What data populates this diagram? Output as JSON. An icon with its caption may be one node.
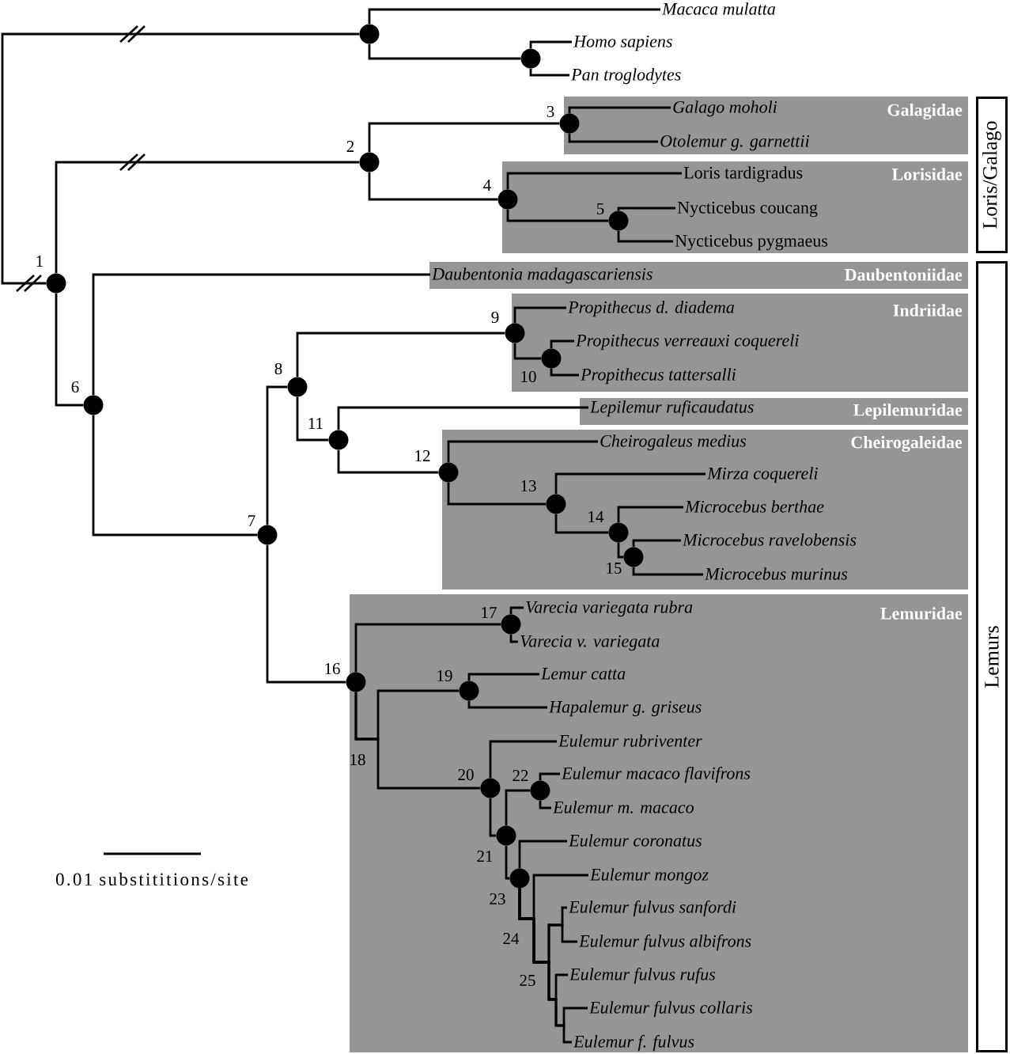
{
  "diagram": {
    "nodes": [
      {
        "text": [
          "Macaca mulatta"
        ]
      },
      {
        "text": [],
        "shape": "circle"
      },
      {
        "text": [
          "Homo sapiens"
        ]
      },
      {
        "text": [],
        "shape": "circle"
      },
      {
        "text": [
          "Pan troglodytes"
        ]
      },
      {
        "text": [
          "Loris/Galago"
        ]
      },
      {
        "text": [
          "Galagidae"
        ]
      },
      {
        "text": [
          "Galago moholi"
        ],
        "in": 6
      },
      {
        "text": [],
        "shape": "circle",
        "beside": [
          "3"
        ]
      },
      {
        "text": [
          "Otolemur g. garnettii"
        ],
        "in": 6
      },
      {
        "text": [],
        "shape": "circle",
        "beside": [
          "2"
        ]
      },
      {
        "text": [
          "Lorisidae"
        ]
      },
      {
        "text": [
          "Loris tardigradus"
        ],
        "in": 11
      },
      {
        "text": [],
        "shape": "circle",
        "beside": [
          "4"
        ]
      },
      {
        "text": [
          "Nycticebus coucang"
        ],
        "in": 11
      },
      {
        "text": [],
        "shape": "circle",
        "beside": [
          "5"
        ],
        "in": 11
      },
      {
        "text": [
          "Nycticebus pygmaeus"
        ],
        "in": 11
      },
      {
        "text": [
          "Lemurs"
        ]
      },
      {
        "text": [
          "Daubentoniidae"
        ]
      },
      {
        "text": [
          "Daubentonia madagascariensis"
        ],
        "in": 18
      },
      {
        "text": [],
        "shape": "circle",
        "beside": [
          "1"
        ]
      },
      {
        "text": [
          "Indriidae"
        ]
      },
      {
        "text": [
          "Propithecus d. diadema"
        ],
        "in": 21
      },
      {
        "text": [],
        "shape": "circle",
        "beside": [
          "9"
        ]
      },
      {
        "text": [
          "Propithecus verreauxi coquereli"
        ],
        "in": 21
      },
      {
        "text": [],
        "shape": "circle",
        "beside": [
          "10"
        ],
        "in": 21
      },
      {
        "text": [
          "Propithecus tattersalli"
        ],
        "in": 21
      },
      {
        "text": [],
        "shape": "circle",
        "beside": [
          "8"
        ]
      },
      {
        "text": [],
        "shape": "circle",
        "beside": [
          "6"
        ]
      },
      {
        "text": [
          "Lepilemuridae"
        ]
      },
      {
        "text": [
          "Lepilemur ruficaudatus"
        ],
        "in": 29
      },
      {
        "text": [],
        "shape": "circle",
        "beside": [
          "11"
        ]
      },
      {
        "text": [
          "Cheirogaleidae"
        ]
      },
      {
        "text": [
          "Cheirogaleus medius"
        ],
        "in": 32
      },
      {
        "text": [],
        "shape": "circle",
        "beside": [
          "12"
        ]
      },
      {
        "text": [
          "Mirza coquereli"
        ],
        "in": 32
      },
      {
        "text": [],
        "shape": "circle",
        "beside": [
          "13"
        ],
        "in": 32
      },
      {
        "text": [
          "Microcebus berthae"
        ],
        "in": 32
      },
      {
        "text": [],
        "shape": "circle",
        "beside": [
          "14"
        ],
        "in": 32
      },
      {
        "text": [],
        "shape": "circle",
        "beside": [
          "7"
        ]
      },
      {
        "text": [
          "Microcebus ravelobensis"
        ],
        "in": 32
      },
      {
        "text": [],
        "shape": "circle",
        "beside": [
          "15"
        ],
        "in": 32
      },
      {
        "text": [
          "Microcebus murinus"
        ],
        "in": 32
      },
      {
        "text": [
          "Lemuridae"
        ]
      },
      {
        "text": [
          "Varecia variegata rubra"
        ],
        "in": 43
      },
      {
        "text": [],
        "shape": "circle",
        "beside": [
          "17"
        ],
        "in": 43
      },
      {
        "text": [
          "Varecia v. variegata"
        ],
        "in": 43
      },
      {
        "text": [
          "Lemur catta"
        ],
        "in": 43
      },
      {
        "text": [],
        "shape": "circle",
        "beside": [
          "16"
        ]
      },
      {
        "text": [],
        "shape": "circle",
        "beside": [
          "19"
        ],
        "in": 43
      },
      {
        "text": [
          "Hapalemur g. griseus"
        ],
        "in": 43
      },
      {
        "text": [
          "Eulemur rubriventer"
        ],
        "in": 43
      },
      {
        "text": [
          "Eulemur macaco flavifrons"
        ],
        "in": 43
      },
      {
        "text": [],
        "shape": "circle",
        "beside": [
          "20"
        ],
        "in": 43
      },
      {
        "text": [],
        "shape": "circle",
        "beside": [
          "22"
        ],
        "in": 43
      },
      {
        "text": [
          "Eulemur m. macaco"
        ],
        "in": 43
      },
      {
        "text": [],
        "shape": "circle",
        "beside": [
          "21"
        ],
        "in": 43
      },
      {
        "text": [
          "Eulemur coronatus"
        ],
        "in": 43
      },
      {
        "text": [
          "Eulemur mongoz"
        ],
        "in": 43
      },
      {
        "text": [],
        "shape": "circle",
        "beside": [
          "23"
        ],
        "in": 43
      },
      {
        "text": [
          "Eulemur fulvus sanfordi"
        ],
        "in": 43
      },
      {
        "text": [
          "Eulemur fulvus albifrons"
        ],
        "in": 43
      },
      {
        "text": [
          "Eulemur fulvus rufus"
        ],
        "in": 43
      },
      {
        "text": [
          "Eulemur fulvus collaris"
        ],
        "in": 43
      },
      {
        "text": [
          "Eulemur f. fulvus"
        ],
        "in": 43
      }
    ],
    "edges": [
      {
        "from": 1,
        "to": 20,
        "arrow": "none"
      },
      {
        "from": 1,
        "to": 0,
        "arrow": "none"
      },
      {
        "from": 1,
        "to": 3,
        "arrow": "none"
      },
      {
        "from": 3,
        "to": 2,
        "arrow": "none"
      },
      {
        "from": 3,
        "to": 4,
        "arrow": "none"
      },
      {
        "from": 20,
        "to": 10,
        "arrow": "none"
      },
      {
        "from": 20,
        "to": 28,
        "arrow": "none"
      },
      {
        "from": 10,
        "to": 8,
        "arrow": "none"
      },
      {
        "from": 10,
        "to": 13,
        "arrow": "none"
      },
      {
        "from": 8,
        "to": 7,
        "arrow": "none"
      },
      {
        "from": 8,
        "to": 9,
        "arrow": "none"
      },
      {
        "from": 13,
        "to": 12,
        "arrow": "none"
      },
      {
        "from": 13,
        "to": 15,
        "arrow": "none"
      },
      {
        "from": 15,
        "to": 14,
        "arrow": "none"
      },
      {
        "from": 15,
        "to": 16,
        "arrow": "none"
      },
      {
        "from": 28,
        "to": 19,
        "arrow": "none"
      },
      {
        "from": 28,
        "to": 39,
        "arrow": "none"
      },
      {
        "from": 39,
        "to": 27,
        "arrow": "none"
      },
      {
        "from": 39,
        "to": 48,
        "arrow": "none"
      },
      {
        "from": 27,
        "to": 23,
        "arrow": "none"
      },
      {
        "from": 27,
        "to": 31,
        "arrow": "none"
      },
      {
        "from": 23,
        "to": 22,
        "arrow": "none"
      },
      {
        "from": 23,
        "to": 25,
        "arrow": "none"
      },
      {
        "from": 25,
        "to": 24,
        "arrow": "none"
      },
      {
        "from": 25,
        "to": 26,
        "arrow": "none"
      },
      {
        "from": 31,
        "to": 30,
        "arrow": "none"
      },
      {
        "from": 31,
        "to": 34,
        "arrow": "none"
      },
      {
        "from": 34,
        "to": 33,
        "arrow": "none"
      },
      {
        "from": 34,
        "to": 36,
        "arrow": "none"
      },
      {
        "from": 36,
        "to": 35,
        "arrow": "none"
      },
      {
        "from": 36,
        "to": 38,
        "arrow": "none"
      },
      {
        "from": 38,
        "to": 37,
        "arrow": "none"
      },
      {
        "from": 38,
        "to": 41,
        "arrow": "none"
      },
      {
        "from": 41,
        "to": 40,
        "arrow": "none"
      },
      {
        "from": 41,
        "to": 42,
        "arrow": "none"
      },
      {
        "from": 48,
        "to": 45,
        "arrow": "none"
      },
      {
        "from": 48,
        "to": 49,
        "arrow": "none"
      },
      {
        "from": 48,
        "to": 53,
        "arrow": "none"
      },
      {
        "from": 45,
        "to": 44,
        "arrow": "none"
      },
      {
        "from": 45,
        "to": 46,
        "arrow": "none"
      },
      {
        "from": 49,
        "to": 47,
        "arrow": "none"
      },
      {
        "from": 49,
        "to": 50,
        "arrow": "none"
      },
      {
        "from": 53,
        "to": 51,
        "arrow": "none"
      },
      {
        "from": 53,
        "to": 56,
        "arrow": "none"
      },
      {
        "from": 56,
        "to": 54,
        "arrow": "none"
      },
      {
        "from": 56,
        "to": 59,
        "arrow": "none"
      },
      {
        "from": 54,
        "to": 52,
        "arrow": "none"
      },
      {
        "from": 54,
        "to": 55,
        "arrow": "none"
      },
      {
        "from": 59,
        "to": 57,
        "arrow": "none"
      },
      {
        "from": 59,
        "to": 58,
        "arrow": "none"
      },
      {
        "from": 59,
        "to": 60,
        "arrow": "none"
      },
      {
        "from": 59,
        "to": 61,
        "arrow": "none"
      },
      {
        "from": 59,
        "to": 62,
        "arrow": "none"
      },
      {
        "from": 59,
        "to": 63,
        "arrow": "none"
      },
      {
        "from": 59,
        "to": 64,
        "arrow": "none"
      }
    ],
    "labels": [
      "18",
      "24",
      "25",
      "0.01 substititions/site"
    ]
  }
}
